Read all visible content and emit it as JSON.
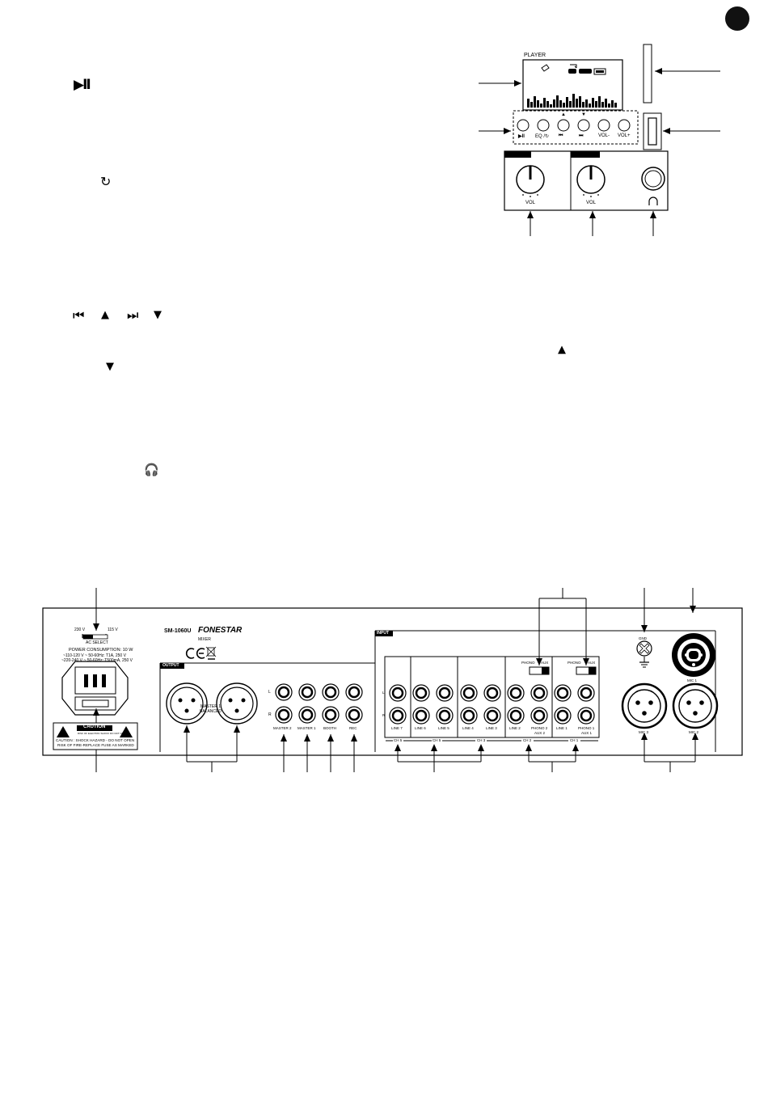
{
  "left_icons": {
    "play_pause": "▶II",
    "repeat": "↻",
    "nav_row": [
      "⏮",
      "▲",
      "⏭",
      "▼"
    ],
    "down": "▼",
    "up_right": "▲",
    "headphones": "🎧"
  },
  "player": {
    "display_label": "PLAYER",
    "buttons": [
      {
        "symbol": "▶II",
        "label": ""
      },
      {
        "symbol": "",
        "label": "EQ /↻"
      },
      {
        "symbol": "⏮",
        "label": "",
        "arrow": "▲"
      },
      {
        "symbol": "⏭",
        "label": "",
        "arrow": "▼"
      },
      {
        "symbol": "",
        "label": "VOL-"
      },
      {
        "symbol": "",
        "label": "VOL+"
      }
    ],
    "knob1_label": "VOL",
    "knob2_label": "VOL"
  },
  "rear": {
    "model": "SM-1060U",
    "brand": "FONESTAR",
    "mixer": "MIXER",
    "ce": "CE",
    "voltage_230": "230 V",
    "voltage_115": "115 V",
    "ac_select": "AC SELECT",
    "power": "POWER CONSUMPTION: 10 W",
    "fuse1": "~110-120 V ~ 50-60Hz: T1A, 250 V",
    "fuse2": "~220-240 V ~ 50-60Hz: T500mA, 250 V",
    "caution_title": "CAUTION",
    "caution_sub": "RISK OF ELECTRIC SHOCK DO NOT OPEN",
    "caution_line1": "CAUTION : SHOCK HAZARD - DO NOT OPEN",
    "caution_line2": "RISK OF FIRE-REPLACE FUSE AS MARKED",
    "output_tag": "OUTPUT",
    "input_tag": "INPUT",
    "master1_balanced": [
      "MASTER 1",
      "BALANCED"
    ],
    "rca_out": [
      "MASTER 2",
      "MASTER 1",
      "BOOTH",
      "REC"
    ],
    "L": "L",
    "R": "R",
    "line_labels": [
      "LINE 7",
      "LINE 6",
      "LINE 5",
      "LINE 4",
      "LINE 3",
      "LINE 2",
      "PHONO 2",
      "LINE 1",
      "PHONO 1"
    ],
    "aux2": "AUX 2",
    "aux1": "AUX 1",
    "ch_labels": [
      "CH 5",
      "CH 5",
      "CH 3",
      "CH 2",
      "CH 1"
    ],
    "phono_aux_1": [
      "PHONO",
      "AUX"
    ],
    "phono_aux_2": [
      "PHONO",
      "AUX"
    ],
    "gnd": "GND",
    "mic1": "MIC 1",
    "mic2": "MIC 2",
    "mic3": "MIC 3"
  }
}
